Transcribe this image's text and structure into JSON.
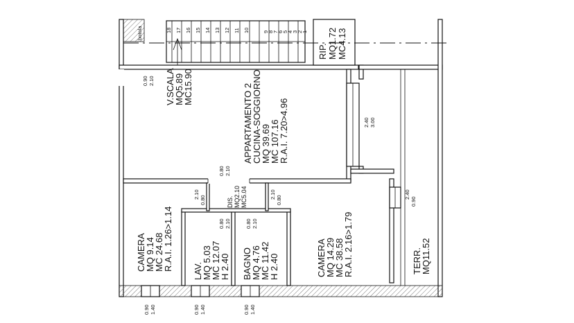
{
  "rooms": {
    "soggiorno": {
      "l1": "APPARTAMENTO 2",
      "l2": "CUCINA-SOGGIORNO",
      "l3": "MQ 39.69",
      "l4": "MC 107.16",
      "l5": "R.A.I. 7.20>4.96"
    },
    "vscala": {
      "l1": "V.SCALA",
      "l2": "MQ5.89",
      "l3": "MC15.90"
    },
    "rip": {
      "l1": "RIP.",
      "l2": "MQ1.72",
      "l3": "MC4.13"
    },
    "dis": {
      "l1": "DIS.",
      "l2": "MQ2.10",
      "l3": "MC5.04"
    },
    "camera1": {
      "l1": "CAMERA",
      "l2": "MQ  9.14",
      "l3": "MC  24.68",
      "l4": "R.A.I. 1.26>1.14"
    },
    "lav": {
      "l1": "LAV.",
      "l2": "MQ  5.03",
      "l3": "MC 12.07",
      "l4": "H  2.40"
    },
    "bagno": {
      "l1": "BAGNO",
      "l2": "MQ  4.76",
      "l3": "MC 11.42",
      "l4": "H  2.40"
    },
    "camera2": {
      "l1": "CAMERA",
      "l2": "MQ  14.29",
      "l3": "MC  38.58",
      "l4": "R.A.I. 2.16>1.79"
    },
    "terr": {
      "l1": "TERR.",
      "l2": "MQ11.52"
    }
  },
  "openings": {
    "vscala_door": {
      "w": "0.90",
      "h": "2.10"
    },
    "win_soggiorno": {
      "w": "2.40",
      "h": "3.00"
    },
    "dis_door": {
      "w": "0.80",
      "h": "2.10"
    },
    "cam1_door": {
      "h": "2.10",
      "w": "0.80"
    },
    "lav_door": {
      "w": "0.80",
      "h": "2.10"
    },
    "bagno_door": {
      "w": "0.80",
      "h": "2.10"
    },
    "cam2_door": {
      "h": "2.10",
      "w": "0.80"
    },
    "win_cam2": {
      "h": "2.40",
      "w": "0.90"
    },
    "win_bottom_1": {
      "w": "0.90",
      "h": "1.40"
    },
    "win_bottom_2": {
      "w": "0.90",
      "h": "1.40"
    },
    "win_bottom_3": {
      "w": "0.90",
      "h": "1.40"
    }
  },
  "stairs": {
    "label": "botola",
    "steps_left": [
      "18",
      "17",
      "16",
      "15",
      "14",
      "13",
      "12",
      "11",
      "10"
    ],
    "steps_right": [
      "9",
      "8",
      "7",
      "6",
      "5",
      "4",
      "3",
      "2",
      "1"
    ]
  }
}
